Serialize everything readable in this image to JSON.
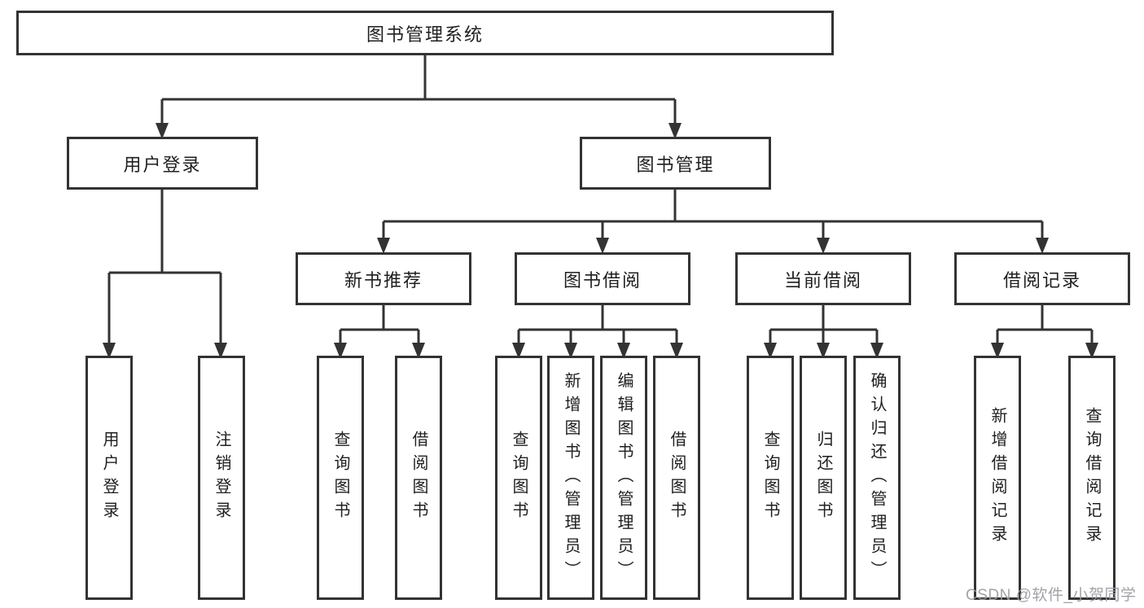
{
  "diagram": {
    "type": "hierarchy-tree",
    "colors": {
      "line": "#333333",
      "box_border": "#333333",
      "box_fill": "#ffffff",
      "text": "#1f1f1f",
      "background": "#ffffff",
      "watermark_text": "#9b9ba1"
    },
    "root": {
      "label": "图书管理系统"
    },
    "level2": [
      {
        "label": "用户登录"
      },
      {
        "label": "图书管理"
      }
    ],
    "level3": [
      {
        "label": "新书推荐",
        "parent": "图书管理"
      },
      {
        "label": "图书借阅",
        "parent": "图书管理"
      },
      {
        "label": "当前借阅",
        "parent": "图书管理"
      },
      {
        "label": "借阅记录",
        "parent": "图书管理"
      }
    ],
    "leaves": [
      {
        "label": "用户登录",
        "parent": "用户登录"
      },
      {
        "label": "注销登录",
        "parent": "用户登录"
      },
      {
        "label": "查询图书",
        "parent": "新书推荐"
      },
      {
        "label": "借阅图书",
        "parent": "新书推荐"
      },
      {
        "label": "查询图书",
        "parent": "图书借阅"
      },
      {
        "label": "新增图书（管理员）",
        "parent": "图书借阅"
      },
      {
        "label": "编辑图书（管理员）",
        "parent": "图书借阅"
      },
      {
        "label": "借阅图书",
        "parent": "图书借阅"
      },
      {
        "label": "查询图书",
        "parent": "当前借阅"
      },
      {
        "label": "归还图书",
        "parent": "当前借阅"
      },
      {
        "label": "确认归还（管理员）",
        "parent": "当前借阅"
      },
      {
        "label": "新增借阅记录",
        "parent": "借阅记录"
      },
      {
        "label": "查询借阅记录",
        "parent": "借阅记录"
      }
    ],
    "watermark": "CSDN @软件_小贺同学"
  }
}
